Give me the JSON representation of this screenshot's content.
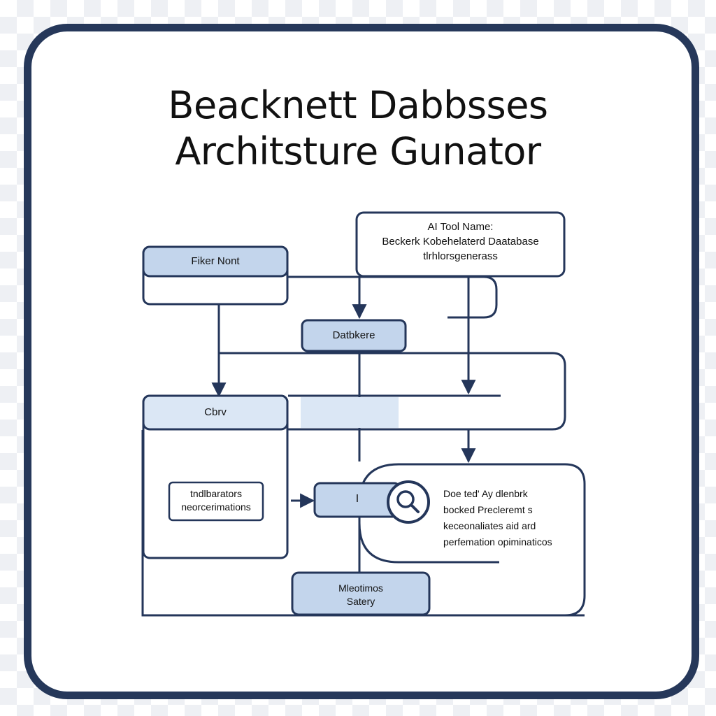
{
  "title": {
    "line1": "Beacknett Dabbsses",
    "line2": "Architsture Gunator"
  },
  "nodes": {
    "ai_tool": {
      "line1": "AI Tool Name:",
      "line2": "Beckerk Kobehelaterd Daatabase",
      "line3": "tlrhlorsgenerass"
    },
    "fiker_nont": "Fiker Nont",
    "database": "Datbkere",
    "cbrv": "Cbrv",
    "indicators": {
      "line1": "tndlbarators",
      "line2": "neorcerimations"
    },
    "i_node": "I",
    "description": {
      "line1": "Doe ted' Ay dlenbrk",
      "line2": "bocked Precleremt s",
      "line3": "keceonaliates aid ard",
      "line4": "perfemation opiminaticos"
    },
    "monitoring": {
      "line1": "Mleotimos",
      "line2": "Satery"
    }
  },
  "icons": [
    "search-icon"
  ],
  "colors": {
    "frame": "#26385a",
    "node_fill": "#c3d5ec",
    "node_fill_light": "#dbe7f5",
    "line": "#24365a"
  }
}
